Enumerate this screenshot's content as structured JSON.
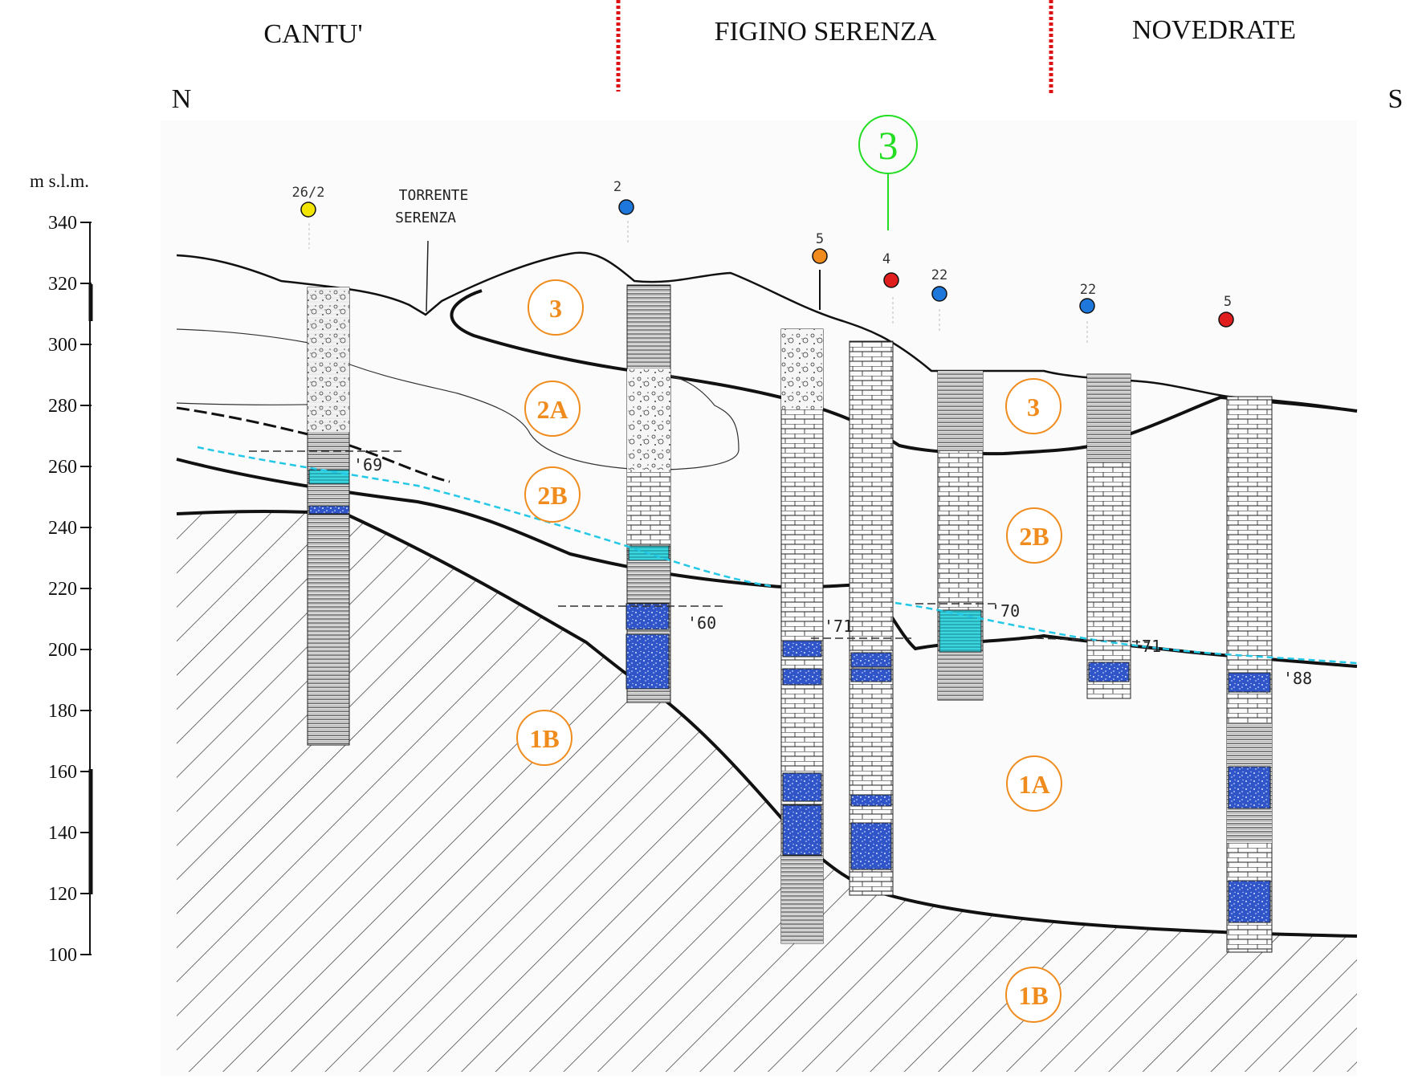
{
  "header": {
    "towns": [
      "CANTU'",
      "FIGINO  SERENZA",
      "NOVEDRATE"
    ],
    "north": "N",
    "south": "S"
  },
  "axis": {
    "unit": "m s.l.m.",
    "ticks": [
      "340",
      "320",
      "300",
      "280",
      "260",
      "240",
      "220",
      "200",
      "180",
      "160",
      "140",
      "120",
      "100"
    ]
  },
  "section_marker": "3",
  "annotations": {
    "stream": [
      "TORRENTE",
      "SERENZA"
    ]
  },
  "wells": [
    {
      "id": "26/2",
      "color": "#f2e600"
    },
    {
      "id": "2",
      "color": "#1e78dc"
    },
    {
      "id": "5",
      "color": "#f08c1e"
    },
    {
      "id": "4",
      "color": "#e01e1e"
    },
    {
      "id": "22",
      "color": "#1e78dc"
    },
    {
      "id": "22",
      "color": "#1e78dc"
    },
    {
      "id": "5",
      "color": "#e01e1e"
    }
  ],
  "years": [
    "'69",
    "'60",
    "'71",
    "'70",
    "'71",
    "'88"
  ],
  "units": [
    "3",
    "2A",
    "2B",
    "1B",
    "3",
    "2B",
    "1A",
    "1B"
  ],
  "colors": {
    "unit_label": "#f08c1e",
    "section_marker": "#22dd22",
    "boundary": "#dd1111",
    "aquifer": "#2f55c8",
    "piezometric": "#22c8e6"
  }
}
